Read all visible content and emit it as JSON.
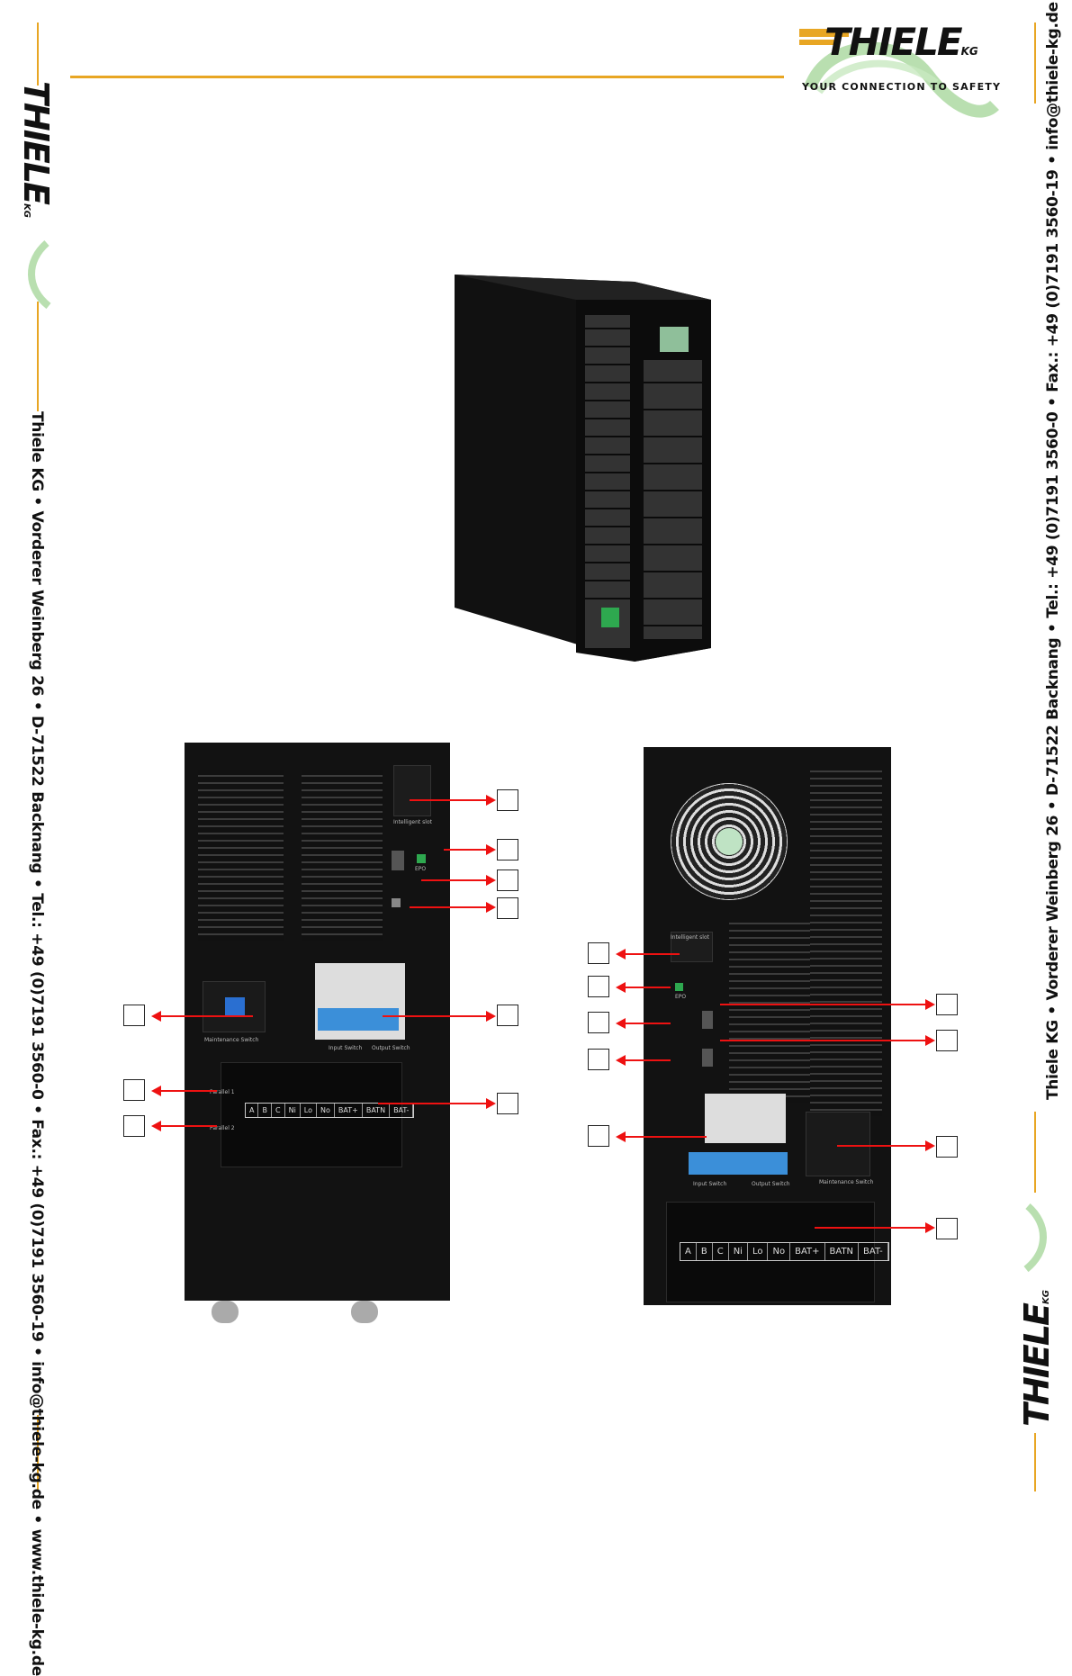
{
  "header": {
    "brand": "THIELE",
    "brand_suffix": "KG",
    "tagline": "YOUR CONNECTION TO SAFETY"
  },
  "side_left_text": "Thiele KG • Vorderer Weinberg 26 • D-71522 Backnang • Tel.: +49 (0)7191 3560-0 • Fax.: +49 (0)7191 3560-19 • info@thiele-kg.de • www.thiele-kg.de",
  "side_right_text": "Thiele KG • Vorderer Weinberg 26 • D-71522 Backnang • Tel.: +49 (0)7191 3560-0 • Fax.: +49 (0)7191 3560-19 • info@thiele-kg.de • www.thiele-kg.de",
  "rear_left": {
    "slot_label": "Intelligent slot",
    "epo_label": "EPO",
    "maintenance_label": "Maintenance Switch",
    "input_switch_label": "Input Switch",
    "output_switch_label": "Output Switch",
    "parallel1": "Parallel 1",
    "parallel2": "Parallel 2",
    "terminals": [
      "A",
      "B",
      "C",
      "Ni",
      "Lo",
      "No",
      "BAT+",
      "BATN",
      "BAT-"
    ]
  },
  "rear_right": {
    "slot_label": "Intelligent slot",
    "epo_label": "EPO",
    "maintenance_label": "Maintenance Switch",
    "input_switch_label": "Input Switch",
    "output_switch_label": "Output Switch",
    "terminals": [
      "A",
      "B",
      "C",
      "Ni",
      "Lo",
      "No",
      "BAT+",
      "BATN",
      "BAT-"
    ]
  },
  "colors": {
    "accent": "#e8a623",
    "arrow": "#e11111",
    "logo_green": "#7cc47a"
  }
}
